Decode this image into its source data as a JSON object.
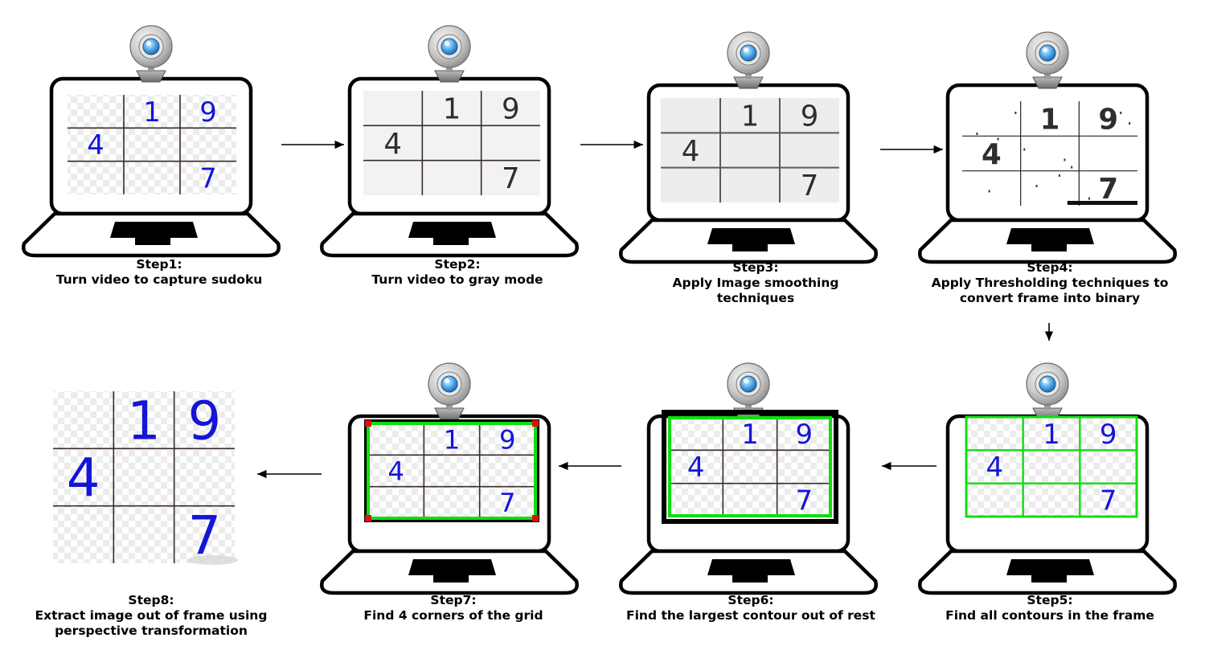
{
  "steps": [
    {
      "id": 1,
      "title": "Step1:",
      "lines": [
        "Turn video to capture sudoku"
      ],
      "mode": "color"
    },
    {
      "id": 2,
      "title": "Step2:",
      "lines": [
        "Turn video to gray mode"
      ],
      "mode": "gray"
    },
    {
      "id": 3,
      "title": "Step3:",
      "lines": [
        "Apply Image smoothing",
        "techniques"
      ],
      "mode": "smooth"
    },
    {
      "id": 4,
      "title": "Step4:",
      "lines": [
        "Apply Thresholding techniques to",
        "convert frame into binary"
      ],
      "mode": "binary"
    },
    {
      "id": 5,
      "title": "Step5:",
      "lines": [
        "Find all contours in the frame"
      ],
      "mode": "contours"
    },
    {
      "id": 6,
      "title": "Step6:",
      "lines": [
        "Find the largest contour out of rest"
      ],
      "mode": "largest"
    },
    {
      "id": 7,
      "title": "Step7:",
      "lines": [
        "Find 4 corners of the grid"
      ],
      "mode": "corners"
    },
    {
      "id": 8,
      "title": "Step8:",
      "lines": [
        "Extract image out of frame using",
        "perspective transformation"
      ],
      "mode": "extracted"
    }
  ],
  "sudoku_digits": [
    {
      "row": 0,
      "col": 1,
      "value": "1"
    },
    {
      "row": 0,
      "col": 2,
      "value": "9"
    },
    {
      "row": 1,
      "col": 0,
      "value": "4"
    },
    {
      "row": 2,
      "col": 2,
      "value": "7"
    }
  ],
  "colors": {
    "digit_blue": "#1515d8",
    "digit_gray": "#2e2e2e",
    "contour_green": "#11dd11",
    "corner_red": "#e01010",
    "grid_line": "#3a2a2a",
    "outline": "#000000"
  }
}
